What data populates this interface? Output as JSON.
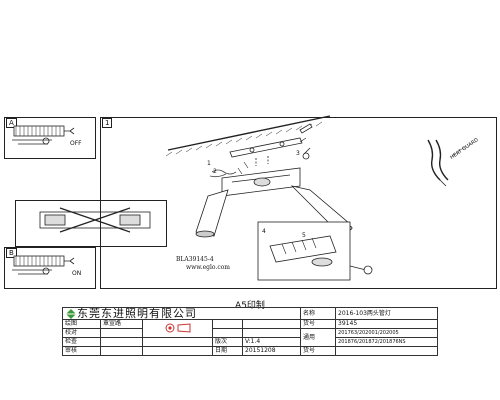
{
  "panel_a": {
    "tag": "A",
    "state": "OFF"
  },
  "panel_b": {
    "tag": "B",
    "state": "ON"
  },
  "panel_main": {
    "tag": "1",
    "model_code": "BLA39145-4",
    "website": "www.eglo.com"
  },
  "callouts": [
    "1",
    "2",
    "3",
    "4",
    "5"
  ],
  "side_label": "HEAT GUARD",
  "print_note": "A5印制",
  "title_block": {
    "company": "东莞东进照明有限公司",
    "name_label": "名称",
    "name_value": "2016-103两头管灯",
    "drawing_label": "绘图",
    "drawer": "覃宣路",
    "item_no_label": "货号",
    "item_no_value": "39145",
    "check_label": "校对",
    "general_label": "通用",
    "general_value": "201763/202001/202005",
    "inspect_label": "检查",
    "version_label": "版次",
    "version_value": "V:1.4",
    "review_label": "审核",
    "date_label": "日期",
    "date_value": "20151208",
    "item_no2_label": "货号",
    "item_no2_value": "201876/201872/201876NS"
  }
}
